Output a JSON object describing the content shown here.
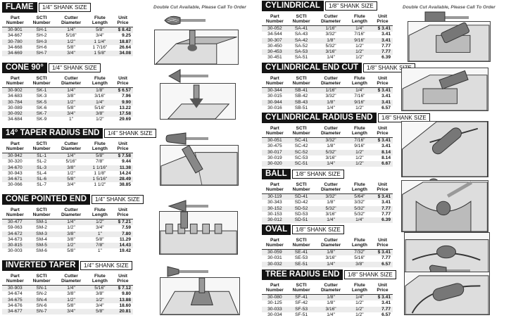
{
  "note_left": "Double Cut Available, Please Call To Order",
  "note_right": "Double Cut Available, Please Call To Order",
  "columns": [
    "Part Number",
    "SCTI Number",
    "Cutter Diameter",
    "Flute Length",
    "Unit Price"
  ],
  "sections": [
    {
      "id": "flame",
      "title": "FLAME",
      "shank": "1/4\" SHANK SIZE",
      "rows": [
        [
          "30-901",
          "SH-1",
          "1/4\"",
          "5/8\"",
          "$ 8.42"
        ],
        [
          "34-667",
          "SH-2",
          "5/16\"",
          "3/4\"",
          "9.25"
        ],
        [
          "30-780",
          "SH-3",
          "1/2\"",
          "1 1/4\"",
          "18.87"
        ],
        [
          "34-668",
          "SH-6",
          "5/8\"",
          "1 7/16\"",
          "26.64"
        ],
        [
          "34-669",
          "SH-7",
          "3/4\"",
          "1 5/8\"",
          "34.08"
        ]
      ]
    },
    {
      "id": "cone90",
      "title": "CONE 90°",
      "shank": "1/4\" SHANK SIZE",
      "rows": [
        [
          "30-902",
          "SK-1",
          "1/4\"",
          "1/8\"",
          "$ 6.57"
        ],
        [
          "34-683",
          "SK-3",
          "3/8\"",
          "3/16\"",
          "7.96"
        ],
        [
          "30-784",
          "SK-5",
          "1/2\"",
          "1/4\"",
          "9.90"
        ],
        [
          "30-089",
          "SK-6",
          "5/8\"",
          "5/16\"",
          "13.22"
        ],
        [
          "30-092",
          "SK-7",
          "3/4\"",
          "3/8\"",
          "17.58"
        ],
        [
          "34-684",
          "SK-9",
          "1\"",
          "1/2\"",
          "29.69"
        ]
      ]
    },
    {
      "id": "taper",
      "title": "14° TAPER RADIUS END",
      "shank": "1/4\" SHANK SIZE",
      "rows": [
        [
          "30-942",
          "SL-1",
          "1/4\"",
          "5/8\"",
          "$ 7.58"
        ],
        [
          "30-320",
          "SL-2",
          "5/16\"",
          "7/8\"",
          "9.44"
        ],
        [
          "34-670",
          "SL-3",
          "3/8\"",
          "1 1/16\"",
          "11.38"
        ],
        [
          "30-943",
          "SL-4",
          "1/2\"",
          "1 1/8\"",
          "14.24"
        ],
        [
          "34-671",
          "SL-6",
          "5/8\"",
          "1 5/16\"",
          "28.49"
        ],
        [
          "30-066",
          "SL-7",
          "3/4\"",
          "1 1/2\"",
          "38.85"
        ]
      ]
    },
    {
      "id": "conept",
      "title": "CONE POINTED END",
      "shank": "1/4\" SHANK SIZE",
      "rows": [
        [
          "30-477",
          "SM-1",
          "1/4\"",
          "1/2\"",
          "$ 7.21"
        ],
        [
          "59-063",
          "SM-2",
          "1/2\"",
          "3/4\"",
          "7.59"
        ],
        [
          "34-672",
          "SM-3",
          "3/8\"",
          "1\"",
          "7.80"
        ],
        [
          "34-673",
          "SM-4",
          "3/8\"",
          "5/8\"",
          "11.29"
        ],
        [
          "30-815",
          "SM-5",
          "1/2\"",
          "7/8\"",
          "14.43"
        ],
        [
          "30-003",
          "SM-6",
          "5/8\"",
          "1\"",
          "19.42"
        ]
      ]
    },
    {
      "id": "inverted",
      "title": "INVERTED TAPER",
      "shank": "1/4\" SHANK SIZE",
      "rows": [
        [
          "30-903",
          "SN-1",
          "1/4\"",
          "5/16\"",
          "$ 7.12"
        ],
        [
          "34-674",
          "SN-2",
          "3/8\"",
          "3/8\"",
          "9.80"
        ],
        [
          "34-675",
          "SN-4",
          "1/2\"",
          "1/2\"",
          "13.88"
        ],
        [
          "34-676",
          "SN-6",
          "5/8\"",
          "3/4\"",
          "18.60"
        ],
        [
          "34-677",
          "SN-7",
          "3/4\"",
          "5/8\"",
          "20.81"
        ]
      ]
    },
    {
      "id": "cyl",
      "title": "CYLINDRICAL",
      "shank": "1/8\" SHANK SIZE",
      "rows": [
        [
          "30-052",
          "SA-41",
          "1/16\"",
          "1/4\"",
          "$ 3.41"
        ],
        [
          "34-544",
          "SA-43",
          "3/32\"",
          "7/16\"",
          "3.41"
        ],
        [
          "30-307",
          "SA-42",
          "1/8\"",
          "9/16\"",
          "3.41"
        ],
        [
          "30-450",
          "SA-52",
          "5/32\"",
          "1/2\"",
          "7.77"
        ],
        [
          "30-453",
          "SA-53",
          "3/16\"",
          "1/2\"",
          "7.77"
        ],
        [
          "30-451",
          "SA-51",
          "1/4\"",
          "1/2\"",
          "6.39"
        ]
      ]
    },
    {
      "id": "cylend",
      "title": "CYLINDRICAL END CUT",
      "shank": "1/8\" SHANK SIZE",
      "rows": [
        [
          "30-344",
          "SB-41",
          "1/16\"",
          "1/4\"",
          "$ 3.41"
        ],
        [
          "30-015",
          "SB-42",
          "3/32\"",
          "7/16\"",
          "3.41"
        ],
        [
          "30-944",
          "SB-43",
          "1/8\"",
          "9/16\"",
          "3.41"
        ],
        [
          "30-016",
          "SB-51",
          "1/4\"",
          "1/2\"",
          "6.57"
        ]
      ]
    },
    {
      "id": "cylrad",
      "title": "CYLINDRICAL RADIUS END",
      "shank": "1/8\" SHANK SIZE",
      "rows": [
        [
          "30-051",
          "SC-41",
          "3/32\"",
          "7/16\"",
          "$ 3.41"
        ],
        [
          "30-475",
          "SC-42",
          "1/8\"",
          "9/16\"",
          "3.41"
        ],
        [
          "30-017",
          "SC-52",
          "5/32\"",
          "1/2\"",
          "8.14"
        ],
        [
          "30-019",
          "SC-53",
          "3/16\"",
          "1/2\"",
          "8.14"
        ],
        [
          "30-020",
          "SC-51",
          "1/4\"",
          "1/2\"",
          "6.67"
        ]
      ]
    },
    {
      "id": "ball",
      "title": "BALL",
      "shank": "1/8\" SHANK SIZE",
      "rows": [
        [
          "30-119",
          "SD-41",
          "3/32\"",
          "5/64\"",
          "$ 3.41"
        ],
        [
          "30-343",
          "SD-42",
          "1/8\"",
          "3/32\"",
          "3.41"
        ],
        [
          "30-152",
          "SD-52",
          "5/32\"",
          "5/32\"",
          "7.77"
        ],
        [
          "30-153",
          "SD-53",
          "3/16\"",
          "5/32\"",
          "7.77"
        ],
        [
          "30-012",
          "SD-51",
          "1/4\"",
          "1/4\"",
          "6.39"
        ]
      ]
    },
    {
      "id": "oval",
      "title": "OVAL",
      "shank": "1/8\" SHANK SIZE",
      "rows": [
        [
          "30-059",
          "SE-41",
          "1/8\"",
          "7/32\"",
          "$ 3.41"
        ],
        [
          "30-031",
          "SE-53",
          "3/16\"",
          "5/16\"",
          "7.77"
        ],
        [
          "30-032",
          "SE-51",
          "1/4\"",
          "3/8\"",
          "6.57"
        ]
      ]
    },
    {
      "id": "tree",
      "title": "TREE RADIUS END",
      "shank": "1/8\" SHANK SIZE",
      "rows": [
        [
          "30-080",
          "SF-41",
          "1/8\"",
          "1/4\"",
          "$ 3.41"
        ],
        [
          "30-125",
          "SF-42",
          "1/8\"",
          "1/2\"",
          "3.41"
        ],
        [
          "30-033",
          "SF-53",
          "3/16\"",
          "1/2\"",
          "7.77"
        ],
        [
          "30-034",
          "SF-51",
          "1/4\"",
          "1/2\"",
          "6.57"
        ]
      ]
    }
  ]
}
